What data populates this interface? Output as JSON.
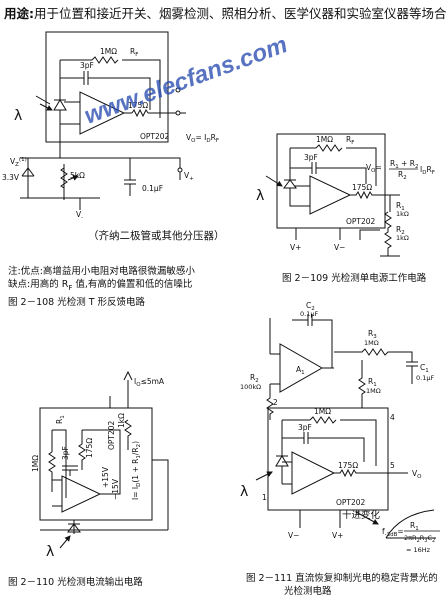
{
  "header": {
    "label": "用途:",
    "text": "用于位置和接近开关、烟雾检测、照相分析、医学仪器和实验室仪器等场合。"
  },
  "fig108": {
    "lambda": "λ",
    "r_f_value": "1MΩ",
    "r_f_name": "R",
    "r_f_sub": "F",
    "cap": "3pF",
    "r_out": "175Ω",
    "chip": "OPT202",
    "vo_formula": "V",
    "vo_sub": "O",
    "vo_rest": "= I",
    "vo_sub2": "D",
    "vo_rest2": "R",
    "vo_sub3": "F",
    "vz": "V",
    "vz_sub": "Z",
    "vz_sup": "(1)",
    "zener": "3.3V",
    "pot": "5kΩ",
    "c_byp": "0.1μF",
    "vminus": "V",
    "vminus_sub": "-",
    "vplus": "V",
    "vplus_sub": "+",
    "note_paren": "（齐纳二极管或其他分压器）",
    "note_1": "注:优点:高增益用小电阻对电路很微漏敏感小",
    "note_2": "缺点:用高的 R",
    "note_2_sub": "F",
    "note_2_rest": " 值,有高的偏置和低的信噪比",
    "caption": "图 2－108    光检测 T 形反馈电路"
  },
  "fig109": {
    "r_f_value": "1MΩ",
    "r_f_name": "R",
    "r_f_sub": "F",
    "cap": "3pF",
    "r_out": "175Ω",
    "chip": "OPT202",
    "r1_name": "R",
    "r1_sub": "1",
    "r1_value": "1kΩ",
    "r2_name": "R",
    "r2_sub": "2",
    "r2_value": "1kΩ",
    "lambda": "λ",
    "vplus": "V+",
    "vminus": "V−",
    "vo": "V",
    "vo_sub": "O",
    "vo_eq": "=",
    "vo_num": "R",
    "vo_num_sub": "1",
    "vo_plus": " + R",
    "vo_num_sub2": "2",
    "vo_den": "R",
    "vo_den_sub": "2",
    "vo_tail": "I",
    "vo_tail_sub": "D",
    "vo_tail2": "R",
    "vo_tail_sub2": "F",
    "caption": "图 2－109    光检测单电源工作电路"
  },
  "fig110": {
    "top_label": "I",
    "top_sub": "O",
    "top_val": "≤5mA",
    "r_val": "1MΩ",
    "c_val": "3pF",
    "r175": "175Ω",
    "chip": "OPT202",
    "vplus": "+15V",
    "vminus": "−15V",
    "r_small": "1kΩ",
    "eq_top": "I",
    "eq_mid": "= I",
    "eq_sub": "D",
    "eq_paren": "(1 + R",
    "eq_r1": "1",
    "eq_div": "/R",
    "eq_r2": "2",
    "eq_close": ")",
    "rb": "R",
    "rb_sub": "1",
    "lambda": "λ",
    "caption": "图 2－110    光检测电流输出电路"
  },
  "fig111": {
    "c2": "C",
    "c2_sub": "2",
    "c2_val": "0.1μF",
    "r3": "R",
    "r3_sub": "3",
    "r3_val": "1MΩ",
    "a1": "A",
    "a1_sub": "1",
    "r2": "R",
    "r2_sub": "2",
    "r2_val": "100kΩ",
    "r1": "R",
    "r1_sub": "1",
    "r1_val": "1MΩ",
    "c1": "C",
    "c1_sub": "1",
    "c1_val": "0.1μF",
    "pin2": "2",
    "pin4": "4",
    "pin5": "5",
    "pin1": "1",
    "rf_val": "1MΩ",
    "cap": "3pF",
    "r175": "175Ω",
    "chip": "OPT202",
    "vo": "V",
    "vo_sub": "O",
    "lambda": "λ",
    "vminus": "V−",
    "vplus": "V+",
    "annot": "十进变化",
    "fc": "f",
    "fc_sub": "-3dB",
    "fc_eq": "=",
    "fc_num": "R",
    "fc_num_sub": "1",
    "fc_den": "2πR",
    "fc_den_sub": "2",
    "fc_den2": "R",
    "fc_den_sub3": "3",
    "fc_den3": "C",
    "fc_den_sub4": "2",
    "fc_result": "= 16Hz",
    "caption_1": "图 2－111    直流恢复抑制光电的稳定背景光的",
    "caption_2": "光检测电路"
  },
  "watermark": {
    "text": "www.elecfans.com"
  }
}
